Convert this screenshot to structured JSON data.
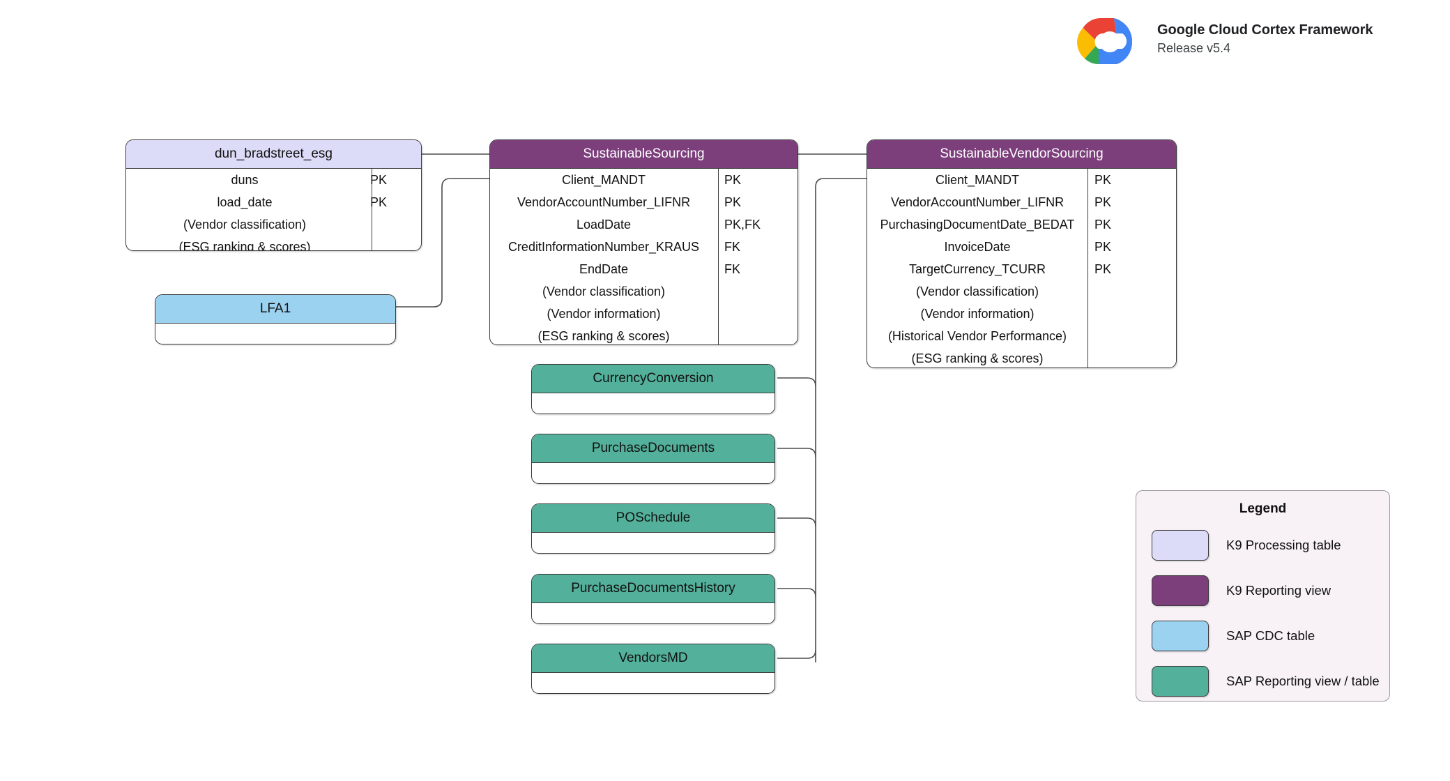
{
  "brand": {
    "title": "Google Cloud Cortex Framework",
    "release": "Release v5.4",
    "logo_icon": "google-cloud-logo",
    "colors": {
      "red": "#ea4335",
      "blue": "#4285f4",
      "yellow": "#fbbc04",
      "green": "#34a853"
    }
  },
  "palette": {
    "k9_processing_table": "#dcdcf8",
    "k9_reporting_view": "#7c3f7c",
    "sap_cdc_table": "#9bd2f0",
    "sap_reporting_view": "#53b09b",
    "border": "#3b3b3b",
    "connector": "#4a4a4a",
    "legend_background": "#f8f2f6"
  },
  "entities": [
    {
      "id": "dun_bradstreet_esg",
      "name": "dun_bradstreet_esg",
      "type": "K9 Processing table",
      "fields": [
        {
          "name": "duns",
          "key": "PK"
        },
        {
          "name": "load_date",
          "key": "PK"
        },
        {
          "name": "(Vendor classification)",
          "key": ""
        },
        {
          "name": "(ESG ranking & scores)",
          "key": ""
        }
      ]
    },
    {
      "id": "sustainable_sourcing",
      "name": "SustainableSourcing",
      "type": "K9 Reporting view",
      "fields": [
        {
          "name": "Client_MANDT",
          "key": "PK"
        },
        {
          "name": "VendorAccountNumber_LIFNR",
          "key": "PK"
        },
        {
          "name": "LoadDate",
          "key": "PK,FK"
        },
        {
          "name": "CreditInformationNumber_KRAUS",
          "key": "FK"
        },
        {
          "name": "EndDate",
          "key": "FK"
        },
        {
          "name": "(Vendor classification)",
          "key": ""
        },
        {
          "name": "(Vendor information)",
          "key": ""
        },
        {
          "name": "(ESG ranking & scores)",
          "key": ""
        }
      ]
    },
    {
      "id": "sustainable_vendor_sourcing",
      "name": "SustainableVendorSourcing",
      "type": "K9 Reporting view",
      "fields": [
        {
          "name": "Client_MANDT",
          "key": "PK"
        },
        {
          "name": "VendorAccountNumber_LIFNR",
          "key": "PK"
        },
        {
          "name": "PurchasingDocumentDate_BEDAT",
          "key": "PK"
        },
        {
          "name": "InvoiceDate",
          "key": "PK"
        },
        {
          "name": "TargetCurrency_TCURR",
          "key": "PK"
        },
        {
          "name": "(Vendor classification)",
          "key": ""
        },
        {
          "name": "(Vendor information)",
          "key": ""
        },
        {
          "name": "(Historical Vendor Performance)",
          "key": ""
        },
        {
          "name": "(ESG ranking & scores)",
          "key": ""
        }
      ]
    },
    {
      "id": "lfa1",
      "name": "LFA1",
      "type": "SAP CDC table",
      "fields": []
    },
    {
      "id": "currency_conversion",
      "name": "CurrencyConversion",
      "type": "SAP Reporting view / table",
      "fields": []
    },
    {
      "id": "purchase_documents",
      "name": "PurchaseDocuments",
      "type": "SAP Reporting view / table",
      "fields": []
    },
    {
      "id": "po_schedule",
      "name": "POSchedule",
      "type": "SAP Reporting view / table",
      "fields": []
    },
    {
      "id": "purchase_documents_history",
      "name": "PurchaseDocumentsHistory",
      "type": "SAP Reporting view / table",
      "fields": []
    },
    {
      "id": "vendors_md",
      "name": "VendorsMD",
      "type": "SAP Reporting view / table",
      "fields": []
    }
  ],
  "legend": {
    "title": "Legend",
    "items": [
      {
        "label": "K9 Processing table",
        "color": "#dcdcf8"
      },
      {
        "label": "K9 Reporting view",
        "color": "#7c3f7c"
      },
      {
        "label": "SAP CDC table",
        "color": "#9bd2f0"
      },
      {
        "label": "SAP Reporting view / table",
        "color": "#53b09b"
      }
    ]
  },
  "relationships": [
    {
      "from": "dun_bradstreet_esg",
      "to": "sustainable_sourcing"
    },
    {
      "from": "lfa1",
      "to": "sustainable_sourcing"
    },
    {
      "from": "sustainable_sourcing",
      "to": "sustainable_vendor_sourcing"
    },
    {
      "from": "currency_conversion",
      "to": "sustainable_vendor_sourcing"
    },
    {
      "from": "purchase_documents",
      "to": "sustainable_vendor_sourcing"
    },
    {
      "from": "po_schedule",
      "to": "sustainable_vendor_sourcing"
    },
    {
      "from": "purchase_documents_history",
      "to": "sustainable_vendor_sourcing"
    },
    {
      "from": "vendors_md",
      "to": "sustainable_vendor_sourcing"
    }
  ]
}
